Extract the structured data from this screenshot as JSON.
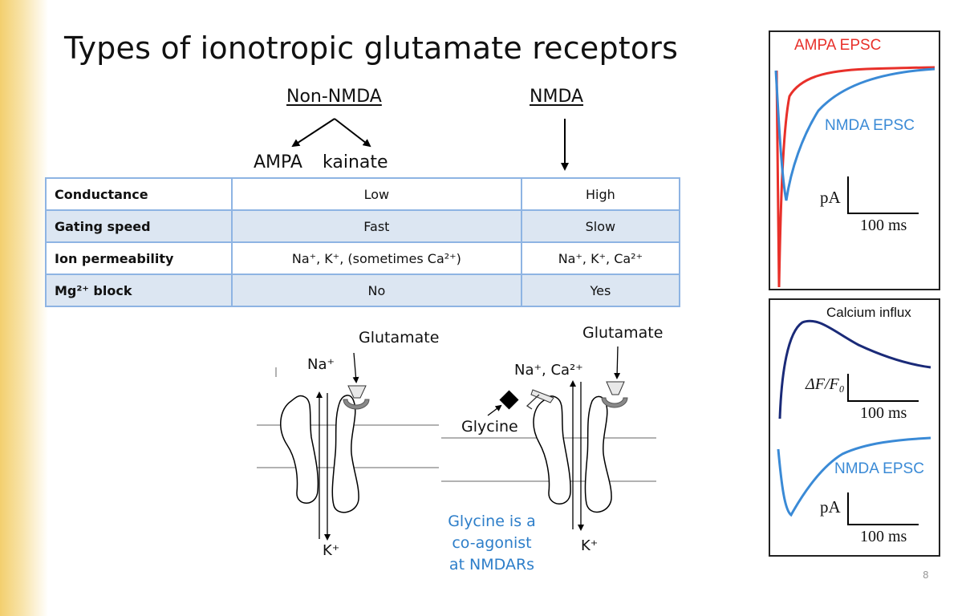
{
  "slide": {
    "title": "Types of ionotropic glutamate receptors",
    "page_number": "8"
  },
  "tree": {
    "non_nmda": "Non-NMDA",
    "nmda": "NMDA",
    "ampa": "AMPA",
    "kainate": "kainate"
  },
  "table": {
    "rows": [
      {
        "property": "Conductance",
        "non_nmda": "Low",
        "nmda": "High"
      },
      {
        "property": "Gating speed",
        "non_nmda": "Fast",
        "nmda": "Slow"
      },
      {
        "property": "Ion permeability",
        "non_nmda": "Na⁺, K⁺, (sometimes Ca²⁺)",
        "nmda": "Na⁺, K⁺, Ca²⁺"
      },
      {
        "property": "Mg²⁺ block",
        "non_nmda": "No",
        "nmda": "Yes"
      }
    ]
  },
  "diagram": {
    "left": {
      "glutamate": "Glutamate",
      "top_ion": "Na⁺",
      "bottom_ion": "K⁺"
    },
    "right": {
      "glutamate": "Glutamate",
      "top_ion": "Na⁺, Ca²⁺",
      "bottom_ion": "K⁺",
      "glycine": "Glycine"
    },
    "note_lines": [
      "Glycine is a",
      "co-agonist",
      "at NMDARs"
    ]
  },
  "panel_top": {
    "ampa_label": "AMPA EPSC",
    "nmda_label": "NMDA EPSC",
    "unit": "pA",
    "time_scale": "100 ms",
    "colors": {
      "ampa": "#e8302a",
      "nmda": "#3a8ad6"
    }
  },
  "panel_bottom": {
    "calcium_label": "Calcium influx",
    "calcium_unit": "ΔF/F₀",
    "calcium_time_scale": "100 ms",
    "nmda_label": "NMDA EPSC",
    "unit": "pA",
    "time_scale": "100 ms",
    "colors": {
      "calcium": "#1a2a78",
      "nmda": "#3a8ad6"
    }
  }
}
